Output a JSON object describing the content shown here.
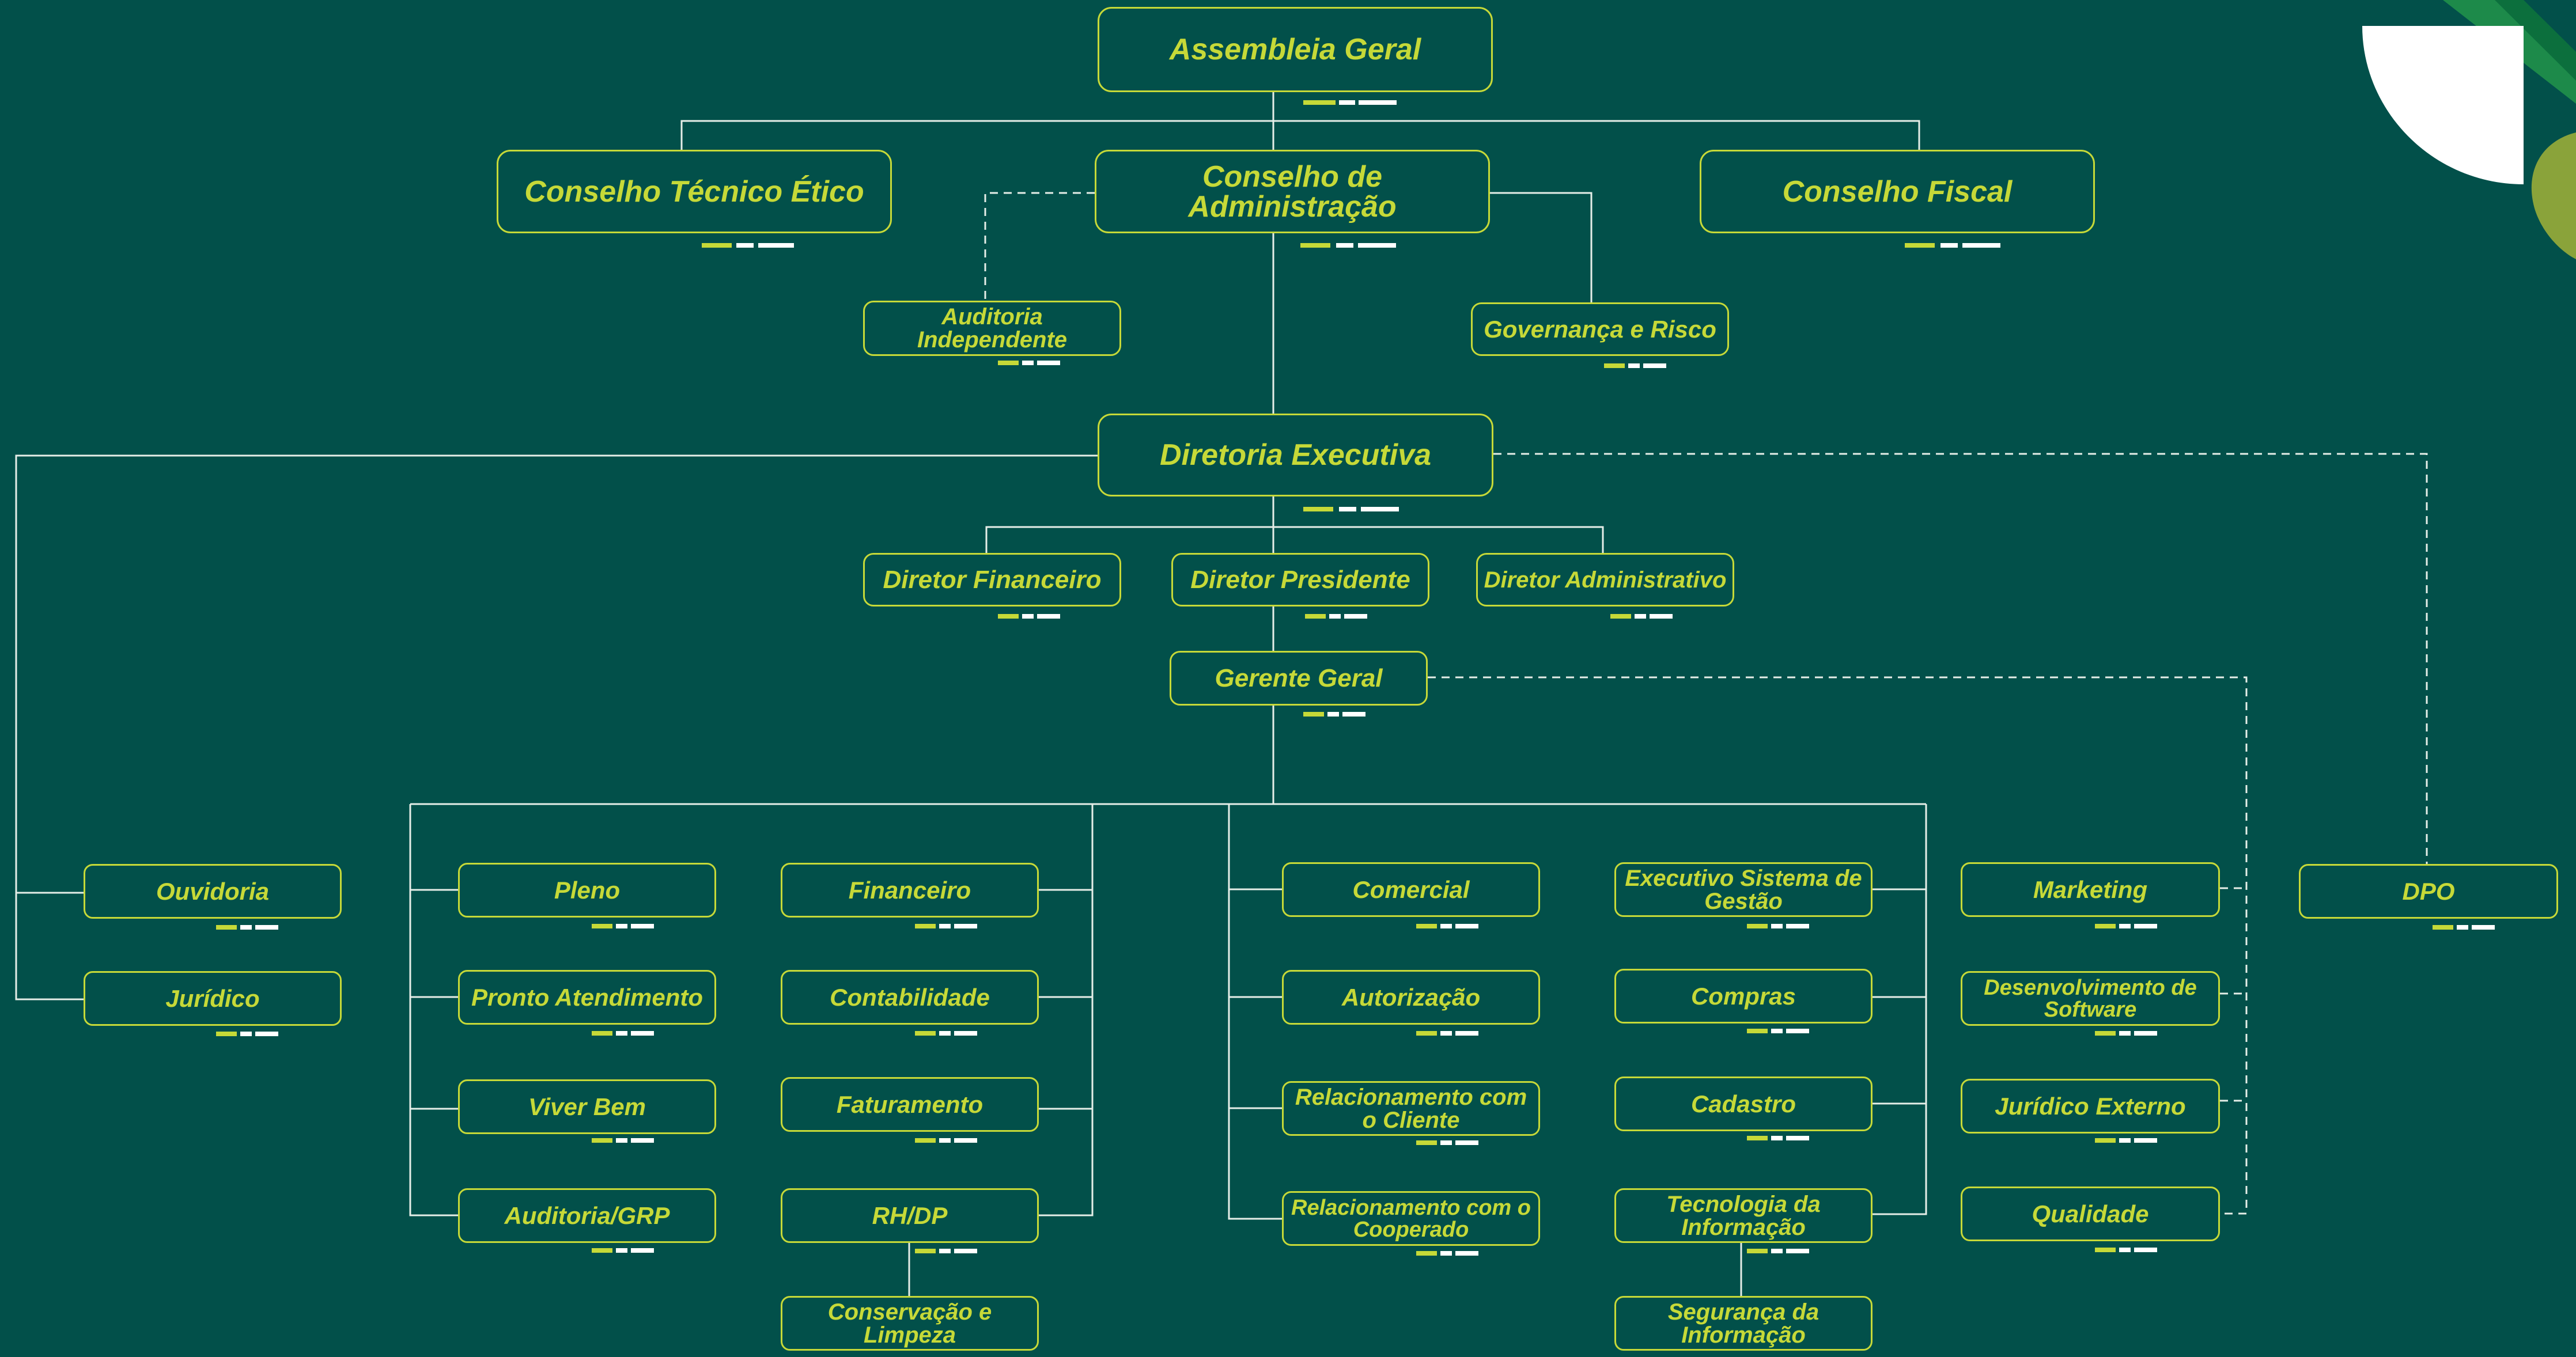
{
  "org_chart": {
    "nodes": [
      {
        "id": "assembleia",
        "label": "Assembleia Geral"
      },
      {
        "id": "tecnico",
        "label": "Conselho Técnico Ético"
      },
      {
        "id": "administracao",
        "label": "Conselho de Administração"
      },
      {
        "id": "fiscal",
        "label": "Conselho Fiscal"
      },
      {
        "id": "auditoria_ind",
        "label": "Auditoria Independente"
      },
      {
        "id": "governanca",
        "label": "Governança e Risco"
      },
      {
        "id": "diretoria",
        "label": "Diretoria Executiva"
      },
      {
        "id": "dir_fin",
        "label": "Diretor Financeiro"
      },
      {
        "id": "dir_pres",
        "label": "Diretor Presidente"
      },
      {
        "id": "dir_adm",
        "label": "Diretor Administrativo"
      },
      {
        "id": "gerente",
        "label": "Gerente Geral"
      },
      {
        "id": "ouvidoria",
        "label": "Ouvidoria"
      },
      {
        "id": "juridico",
        "label": "Jurídico"
      },
      {
        "id": "pleno",
        "label": "Pleno"
      },
      {
        "id": "pronto",
        "label": "Pronto Atendimento"
      },
      {
        "id": "viver",
        "label": "Viver Bem"
      },
      {
        "id": "auditoria_grp",
        "label": "Auditoria/GRP"
      },
      {
        "id": "financeiro",
        "label": "Financeiro"
      },
      {
        "id": "contabilidade",
        "label": "Contabilidade"
      },
      {
        "id": "faturamento",
        "label": "Faturamento"
      },
      {
        "id": "rhdp",
        "label": "RH/DP"
      },
      {
        "id": "conservacao",
        "label": "Conservação e Limpeza"
      },
      {
        "id": "comercial",
        "label": "Comercial"
      },
      {
        "id": "autorizacao",
        "label": "Autorização"
      },
      {
        "id": "rel_cliente",
        "label": "Relacionamento com o Cliente"
      },
      {
        "id": "rel_cooperado",
        "label": "Relacionamento com o Cooperado"
      },
      {
        "id": "executivo",
        "label": "Executivo Sistema de Gestão"
      },
      {
        "id": "compras",
        "label": "Compras"
      },
      {
        "id": "cadastro",
        "label": "Cadastro"
      },
      {
        "id": "ti",
        "label": "Tecnologia da Informação"
      },
      {
        "id": "seguranca",
        "label": "Segurança da Informação"
      },
      {
        "id": "marketing",
        "label": "Marketing"
      },
      {
        "id": "desenvolvimento",
        "label": "Desenvolvimento de Software"
      },
      {
        "id": "juridico_ext",
        "label": "Jurídico Externo"
      },
      {
        "id": "qualidade",
        "label": "Qualidade"
      },
      {
        "id": "dpo",
        "label": "DPO"
      }
    ],
    "edges": [
      {
        "from": "assembleia",
        "to": "tecnico",
        "style": "solid"
      },
      {
        "from": "assembleia",
        "to": "administracao",
        "style": "solid"
      },
      {
        "from": "assembleia",
        "to": "fiscal",
        "style": "solid"
      },
      {
        "from": "administracao",
        "to": "auditoria_ind",
        "style": "dashed"
      },
      {
        "from": "administracao",
        "to": "governanca",
        "style": "solid"
      },
      {
        "from": "administracao",
        "to": "diretoria",
        "style": "solid"
      },
      {
        "from": "diretoria",
        "to": "dir_fin",
        "style": "solid"
      },
      {
        "from": "diretoria",
        "to": "dir_pres",
        "style": "solid"
      },
      {
        "from": "diretoria",
        "to": "dir_adm",
        "style": "solid"
      },
      {
        "from": "diretoria",
        "to": "ouvidoria",
        "style": "solid"
      },
      {
        "from": "diretoria",
        "to": "juridico",
        "style": "solid"
      },
      {
        "from": "diretoria",
        "to": "dpo",
        "style": "dashed"
      },
      {
        "from": "dir_pres",
        "to": "gerente",
        "style": "solid"
      },
      {
        "from": "gerente",
        "to": "pleno",
        "style": "solid"
      },
      {
        "from": "gerente",
        "to": "pronto",
        "style": "solid"
      },
      {
        "from": "gerente",
        "to": "viver",
        "style": "solid"
      },
      {
        "from": "gerente",
        "to": "auditoria_grp",
        "style": "solid"
      },
      {
        "from": "gerente",
        "to": "financeiro",
        "style": "solid"
      },
      {
        "from": "gerente",
        "to": "contabilidade",
        "style": "solid"
      },
      {
        "from": "gerente",
        "to": "faturamento",
        "style": "solid"
      },
      {
        "from": "gerente",
        "to": "rhdp",
        "style": "solid"
      },
      {
        "from": "rhdp",
        "to": "conservacao",
        "style": "solid"
      },
      {
        "from": "gerente",
        "to": "comercial",
        "style": "solid"
      },
      {
        "from": "gerente",
        "to": "autorizacao",
        "style": "solid"
      },
      {
        "from": "gerente",
        "to": "rel_cliente",
        "style": "solid"
      },
      {
        "from": "gerente",
        "to": "rel_cooperado",
        "style": "solid"
      },
      {
        "from": "gerente",
        "to": "executivo",
        "style": "solid"
      },
      {
        "from": "gerente",
        "to": "compras",
        "style": "solid"
      },
      {
        "from": "gerente",
        "to": "cadastro",
        "style": "solid"
      },
      {
        "from": "gerente",
        "to": "ti",
        "style": "solid"
      },
      {
        "from": "ti",
        "to": "seguranca",
        "style": "solid"
      },
      {
        "from": "gerente",
        "to": "marketing",
        "style": "dashed"
      },
      {
        "from": "gerente",
        "to": "desenvolvimento",
        "style": "dashed"
      },
      {
        "from": "gerente",
        "to": "juridico_ext",
        "style": "dashed"
      },
      {
        "from": "gerente",
        "to": "qualidade",
        "style": "dashed"
      }
    ]
  },
  "colors": {
    "background": "#02504a",
    "accent": "#c6d938",
    "line": "#e6eee8",
    "mark_white": "#ffffff",
    "deco_dark_green": "#1d8a4a",
    "deco_olive": "#8aa33a"
  }
}
